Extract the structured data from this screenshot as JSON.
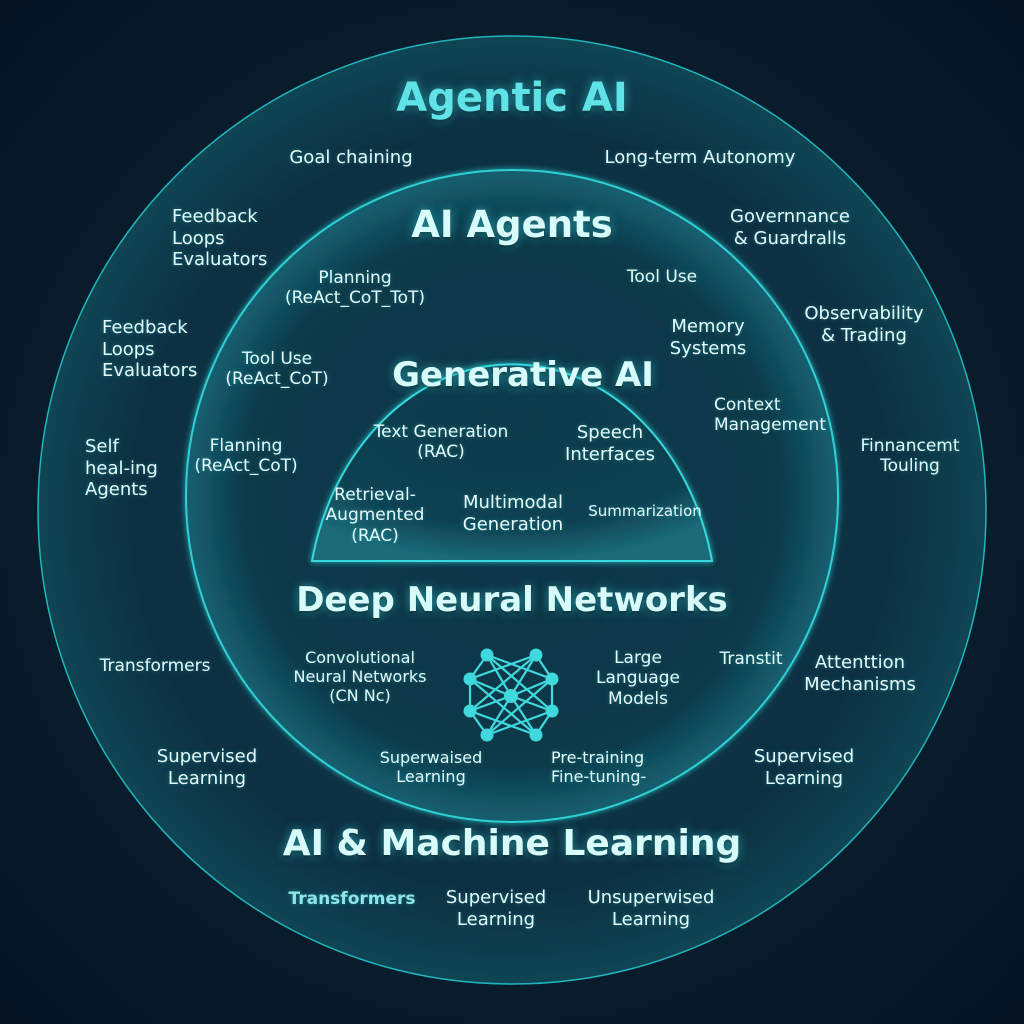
{
  "colors": {
    "background": "#081c2c",
    "ring_stroke": "#2fd4d4",
    "ring_fill": "#0e3a4a",
    "title_accent": "#5fe3e6",
    "label_text": "#e6fbfb",
    "network_node": "#3fd8dc"
  },
  "layers": {
    "agentic_ai": {
      "title": "Agentic AI",
      "items": [
        "Goal chaining",
        "Long-term Autonomy",
        "Feedback\nLoops\nEvaluators",
        "Governnance\n& Guardralls",
        "Feedback\nLoops\nEvaluators",
        "Observability\n& Trading",
        "Self\nheal-ing\nAgents",
        "Finnancemt\nTouling",
        "Transformers",
        "Attenttion\nMechanisms",
        "Supervised\nLearning",
        "Supervised\nLearning"
      ]
    },
    "ai_agents": {
      "title": "AI Agents",
      "items": [
        "Planning\n(ReAct_CoT_ToT)",
        "Tool Use",
        "Memory\nSystems",
        "Tool Use\n(ReAct_CoT)",
        "Context\nManagement",
        "Flanning\n(ReAct_CoT)",
        "Transtit"
      ]
    },
    "generative_ai": {
      "title": "Generative AI",
      "items": [
        "Text Generation\n(RAC)",
        "Speech\nInterfaces",
        "Retrieval-\nAugmented\n(RAC)",
        "Multimodal\nGeneration",
        "Summarization"
      ]
    },
    "deep_neural_networks": {
      "title": "Deep Neural Networks",
      "icon": "neural-network-icon",
      "items": [
        "Convolutional\nNeural Networks\n(CN Nc)",
        "Large\nLanguage\nModels",
        "Superwaised\nLearning",
        "Pre-training\nFine-tuning-"
      ]
    },
    "ai_ml": {
      "title": "AI & Machine Learning",
      "items": [
        "Transformers",
        "Supervised\nLearning",
        "Unsuperwised\nLearning"
      ]
    }
  }
}
